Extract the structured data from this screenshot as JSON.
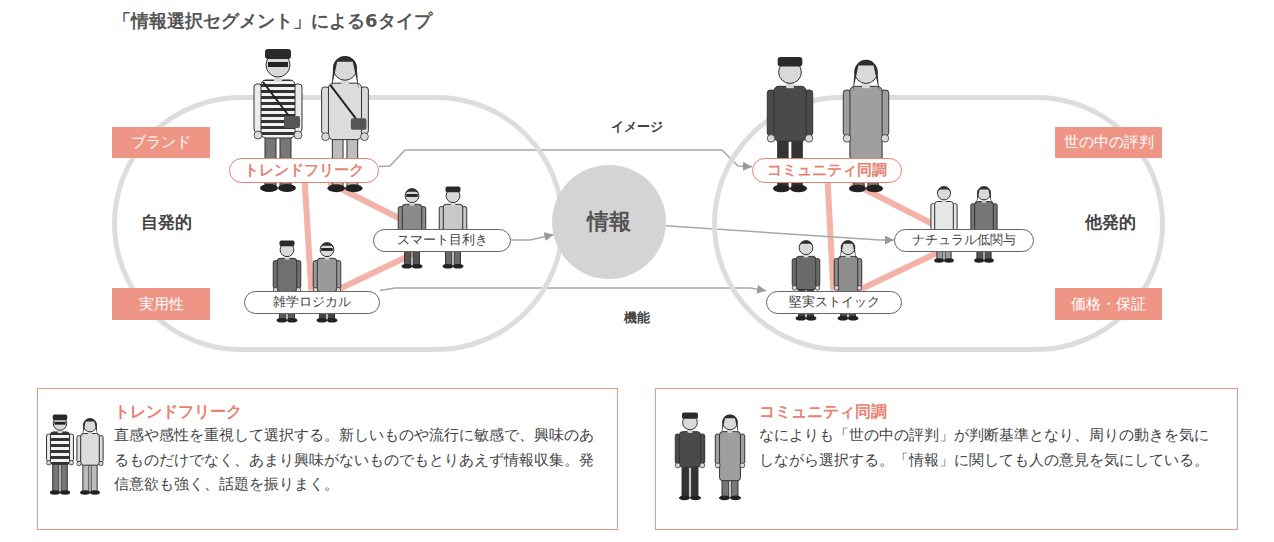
{
  "diagram": {
    "title": "「情報選択セグメント」による6タイプ",
    "nodes": [
      {
        "text": [
          "自発的"
        ]
      },
      {
        "text": [
          "ブランド"
        ],
        "in": 0
      },
      {
        "text": [
          "トレンドフリーク"
        ],
        "in": 0
      },
      {
        "text": [
          "スマート目利き"
        ],
        "in": 0
      },
      {
        "text": [
          "雑学ロジカル"
        ],
        "in": 0
      },
      {
        "text": [
          "実用性"
        ],
        "in": 0
      },
      {
        "text": [
          "情報"
        ]
      },
      {
        "text": [
          "他発的"
        ]
      },
      {
        "text": [
          "世の中の評判"
        ],
        "in": 7
      },
      {
        "text": [
          "コミュニティ同調"
        ],
        "in": 7
      },
      {
        "text": [
          "ナチュラル低関与"
        ],
        "in": 7
      },
      {
        "text": [
          "堅実ストイック"
        ],
        "in": 7
      },
      {
        "text": [
          "価格・保証"
        ],
        "in": 7
      },
      {
        "text": [
          "トレンドフリーク",
          "直感や感性を重視して選択する。新しいものや流行に敏感で、興味のあるものだけでなく、あまり興味がないものでもとりあえず情報収集。発信意欲も強く、話題を振りまく。"
        ]
      },
      {
        "text": [
          "コミュニティ同調",
          "なによりも「世の中の評判」が判断基準となり、周りの動きを気にしながら選択する。「情報」に関しても人の意見を気にしている。"
        ]
      }
    ],
    "edges": [
      {
        "from": 2,
        "to": 3,
        "arrow": "none"
      },
      {
        "from": 2,
        "to": 4,
        "arrow": "none"
      },
      {
        "from": 3,
        "to": 4,
        "arrow": "none"
      },
      {
        "from": 9,
        "to": 10,
        "arrow": "none"
      },
      {
        "from": 9,
        "to": 11,
        "arrow": "none"
      },
      {
        "from": 10,
        "to": 11,
        "arrow": "none"
      },
      {
        "from": 2,
        "to": 9,
        "label": "イメージ",
        "arrow": "to"
      },
      {
        "from": 3,
        "to": 6,
        "arrow": "to"
      },
      {
        "from": 6,
        "to": 10,
        "arrow": "to"
      },
      {
        "from": 4,
        "to": 11,
        "label": "機能",
        "arrow": "to"
      }
    ]
  }
}
